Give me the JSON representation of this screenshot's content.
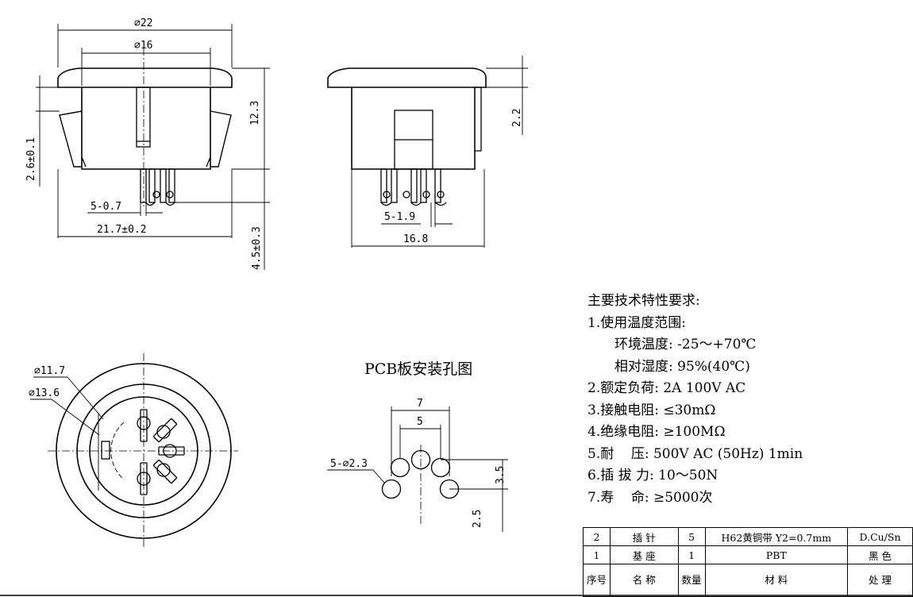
{
  "dimensions": {
    "dia22": "⌀22",
    "dia16": "⌀16",
    "h12_3": "12.3",
    "h2_6": "2.6±0.1",
    "h4_5": "4.5±0.3",
    "pin_w": "5-0.7",
    "width_21_7": "21.7±0.2",
    "side_2_2": "2.2",
    "pin_pitch": "5-1.9",
    "width_16_8": "16.8",
    "dia11_7": "⌀11.7",
    "dia13_6": "⌀13.6",
    "hole_dia": "5-⌀2.3",
    "pcb_7": "7",
    "pcb_5": "5",
    "pcb_3_5": "3.5",
    "pcb_2_5": "2.5"
  },
  "pcb_title": "PCB板安装孔图",
  "specs": {
    "heading": "主要技术特性要求:",
    "l1": "1.使用温度范围:",
    "l1a": "环境温度: -25～+70℃",
    "l1b": "相对湿度: 95%(40℃)",
    "l2": "2.额定负荷: 2A 100V AC",
    "l3": "3.接触电阻: ≤30mΩ",
    "l4": "4.绝缘电阻: ≥100MΩ",
    "l5": "5.耐    压: 500V AC (50Hz) 1min",
    "l6": "6.插 拔 力: 10～50N",
    "l7": "7.寿    命: ≥5000次"
  },
  "bom": {
    "rows": [
      {
        "no": "2",
        "name": "插 针",
        "qty": "5",
        "material": "H62黄铜带 Y2=0.7mm",
        "finish": "D.Cu/Sn"
      },
      {
        "no": "1",
        "name": "基 座",
        "qty": "1",
        "material": "PBT",
        "finish": "黑 色"
      }
    ],
    "header": {
      "no": "序号",
      "name": "名  称",
      "qty": "数量",
      "material": "材    料",
      "finish": "处  理"
    }
  }
}
